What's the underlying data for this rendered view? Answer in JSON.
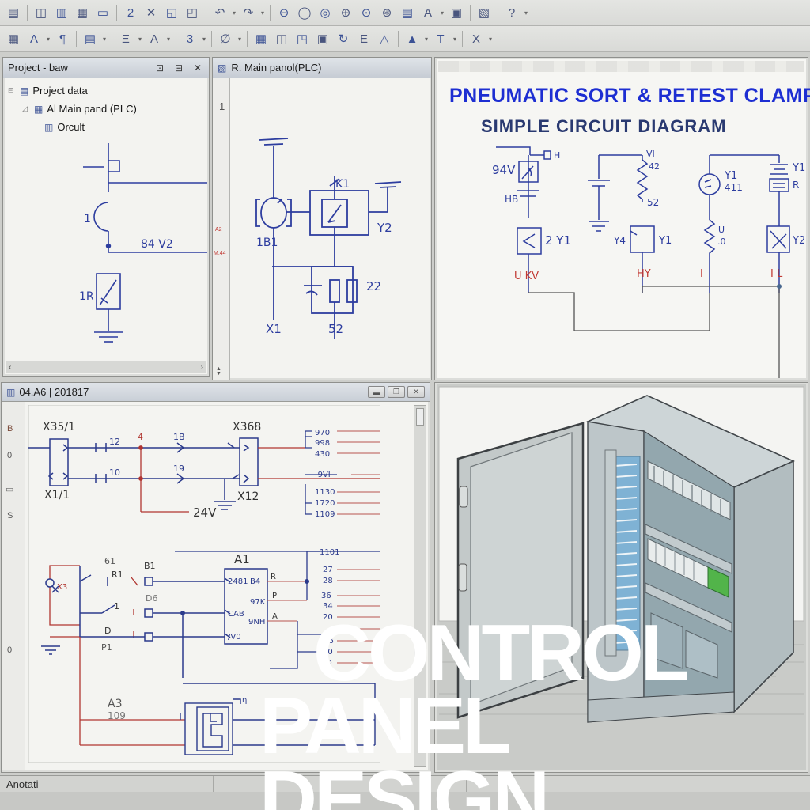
{
  "colors": {
    "accent_blue": "#2d3d9f",
    "schematic_red": "#c23a34",
    "title_blue": "#1d2ed2",
    "subtitle_navy": "#2a3a71"
  },
  "toolbar": {
    "row1": [
      "page",
      "|",
      "window",
      "clipboard",
      "card",
      "mini",
      "|",
      "two",
      "cut",
      "copy",
      "paste",
      "|",
      "undo",
      "caret",
      "redo",
      "caret",
      "|",
      "zoom-out",
      "zoom-circle",
      "zoom-lens",
      "zoom-in",
      "zoom-prev",
      "zoom-next",
      "sheet",
      "fontcolor",
      "caret",
      "pages",
      "|",
      "layers",
      "|",
      "help",
      "caret"
    ],
    "row2": [
      "grid",
      "pen",
      "caret",
      "angle",
      "|",
      "list",
      "caret",
      "|",
      "align",
      "caret",
      "font",
      "caret",
      "|",
      "three",
      "caret",
      "|",
      "null",
      "caret",
      "|",
      "table",
      "window2",
      "pageset",
      "frame",
      "sync",
      "ebox",
      "tri",
      "|",
      "under",
      "caret",
      "textheight",
      "caret",
      "|",
      "filter",
      "caret"
    ],
    "glyphs": {
      "page": "▤",
      "window": "◫",
      "clipboard": "▥",
      "card": "▦",
      "mini": "▭",
      "two": "2",
      "cut": "✕",
      "copy": "◱",
      "paste": "◰",
      "undo": "↶",
      "redo": "↷",
      "zoom-out": "⊖",
      "zoom-circle": "◯",
      "zoom-lens": "◎",
      "zoom-in": "⊕",
      "zoom-prev": "⊙",
      "zoom-next": "⊛",
      "sheet": "▤",
      "fontcolor": "A",
      "pages": "▣",
      "layers": "▧",
      "help": "?",
      "grid": "▦",
      "pen": "A",
      "angle": "¶",
      "list": "▤",
      "align": "Ξ",
      "font": "A",
      "three": "3",
      "null": "∅",
      "table": "▦",
      "window2": "◫",
      "pageset": "◳",
      "frame": "▣",
      "sync": "↻",
      "ebox": "E",
      "tri": "△",
      "under": "▲",
      "textheight": "T",
      "filter": "X"
    }
  },
  "project_panel": {
    "title": "Project - baw",
    "tree": [
      {
        "label": "Project data"
      },
      {
        "label": "Al Main pand (PLC)"
      },
      {
        "label": "Orcult"
      }
    ],
    "circuit": {
      "contact": "1",
      "wire": "84 V2",
      "valve": "1R"
    }
  },
  "main_panel": {
    "title": "R. Main panol(PLC)",
    "row_marker": "1",
    "red_mark1": "A2",
    "red_mark2": "M.44",
    "labels": {
      "relay": "K1",
      "solenoid": "1B1",
      "valve": "Y2",
      "resistor": "22",
      "term_x1": "X1",
      "term_52": "52"
    }
  },
  "schematic_panel": {
    "title": "PNEUMATIC SORT & RETEST CLAMP SYS",
    "subtitle": "SIMPLE CIRCUIT DIAGRAM",
    "b1": {
      "voltage": "94V",
      "contact": "H",
      "cap": "HB",
      "coil": "2 Y1",
      "signal": "U KV"
    },
    "b2": {
      "top": "VI",
      "r1": "42",
      "r2": "52",
      "coil_left": "Y4",
      "coil_right": "Y1",
      "signal": "HY"
    },
    "b3": {
      "meter_top": "Y1",
      "meter_val": "411",
      "r1": "U",
      "r2": ".0",
      "signal": "I"
    },
    "b4": {
      "battery": "Y1",
      "res": "R",
      "coil": "Y2",
      "signal": "I L"
    }
  },
  "detail_window": {
    "title": "04.A6 | 201817",
    "margin": {
      "m1": "B",
      "m2": "0",
      "m3": "S",
      "m4": "0"
    },
    "top": {
      "x35": "X35/1",
      "x11": "X1/1",
      "c12": "12",
      "c10": "10",
      "red4": "4",
      "c18": "1B",
      "c19": "19",
      "x368": "X368",
      "x12": "X12",
      "v24": "24V",
      "wa1": "970",
      "wa2": "998",
      "wa3": "430",
      "wb": "-9VI",
      "wc1": "1130",
      "wc2": "1720",
      "wc3": "1109"
    },
    "mid": {
      "x3": "X3",
      "g1": "61",
      "r1": "R1",
      "b1": "B1",
      "d6": "D6",
      "s1": "1",
      "d": "D",
      "p1": "P1",
      "a1": "A1",
      "in1": "2481",
      "in2": "B4",
      "in3": "97K",
      "in4": "CAB",
      "in5": "9NH",
      "in6": "/V0",
      "out_r": "R",
      "out_p": "P",
      "out_a": "A",
      "w1": "1101",
      "w2": "27",
      "w3": "28",
      "w4": "36",
      "w5": "34",
      "w6": "20",
      "w7": "46",
      "w8": "40",
      "w9": "D"
    },
    "bottom": {
      "a3": "A3",
      "n109": "109",
      "tick": "η"
    }
  },
  "overlay": {
    "line1": "CONTROL",
    "line2": "PANEL DESIGN"
  },
  "status_bar": {
    "label": "Anotati"
  }
}
